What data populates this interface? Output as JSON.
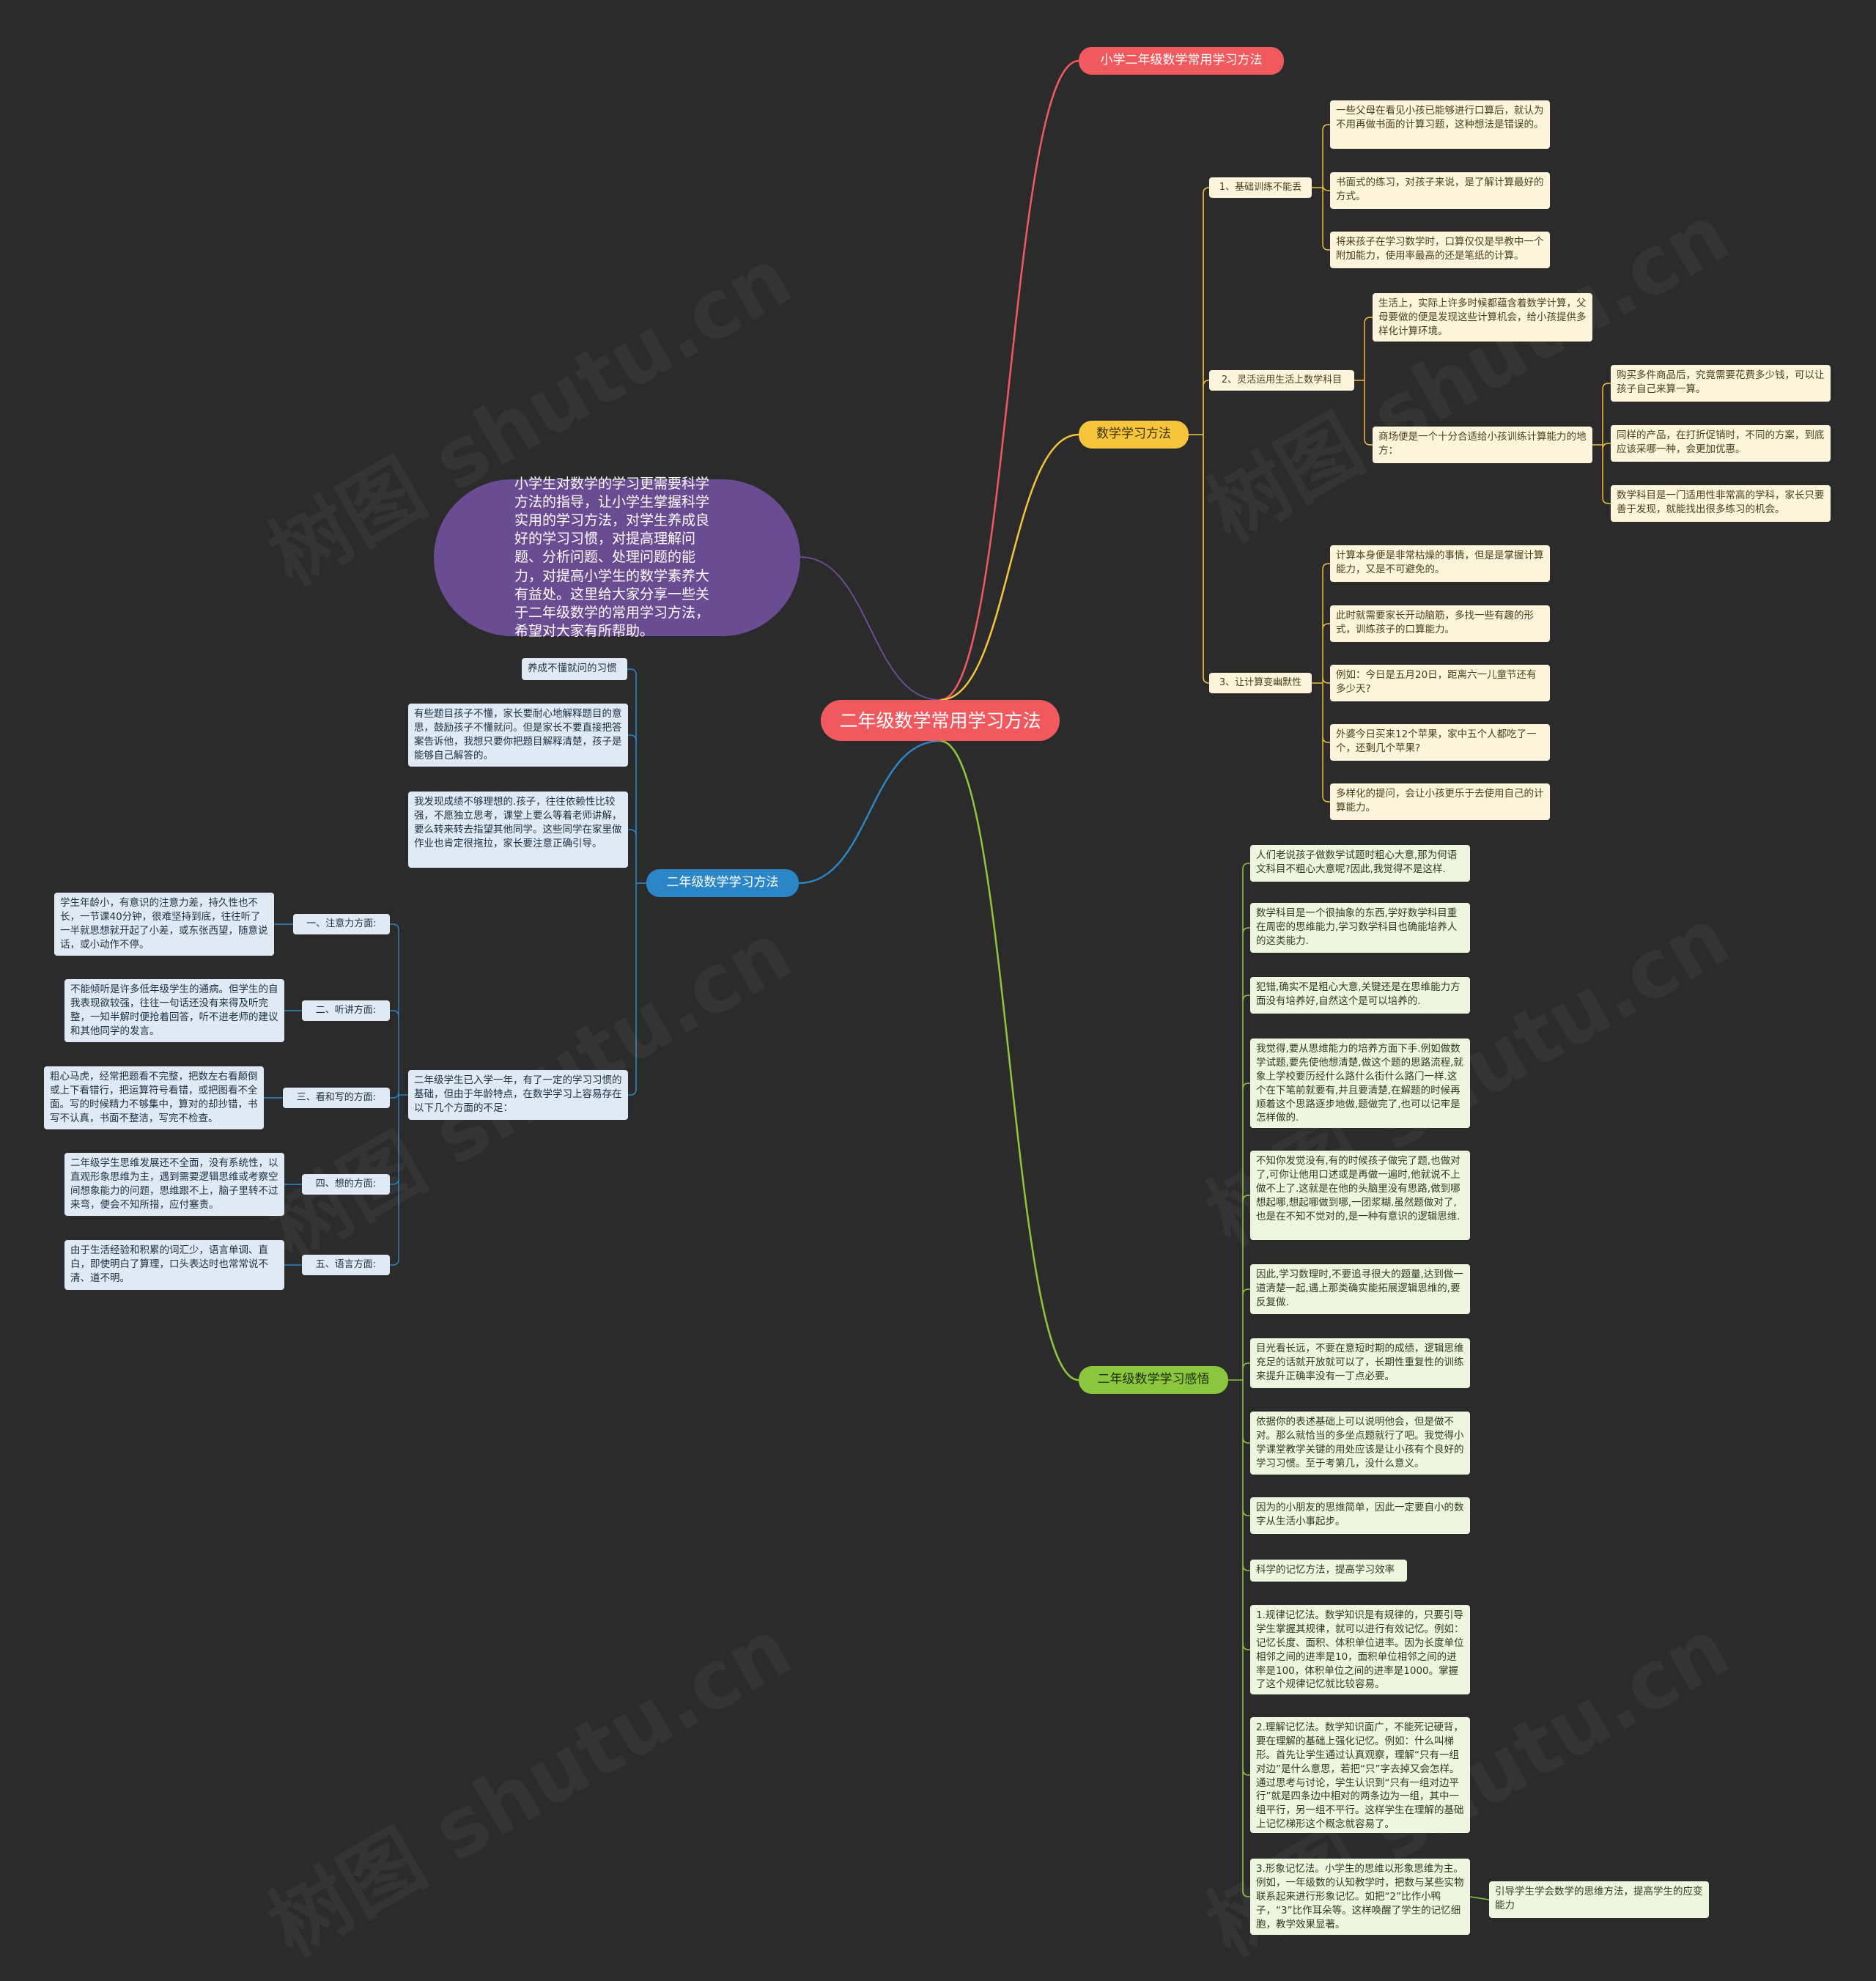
{
  "root": "二年级数学常用学习方法",
  "intro": "小学生对数学的学习更需要科学方法的指导，让小学生掌握科学实用的学习方法，对学生养成良好的学习习惯，对提高理解问题、分析问题、处理问题的能力，对提高小学生的数学素养大有益处。这里给大家分享一些关于二年级数学的常用学习方法，希望对大家有所帮助。",
  "watermark": "树图 shutu.cn",
  "branches": {
    "b1": "小学二年级数学常用学习方法",
    "b2": "数学学习方法",
    "b3": "二年级数学学习感悟",
    "b4": "二年级数学学习方法"
  },
  "methods": {
    "s1": "1、基础训练不能丢",
    "s1_items": [
      "一些父母在看见小孩已能够进行口算后，就认为不用再做书面的计算习题，这种想法是错误的。",
      "书面式的练习，对孩子来说，是了解计算最好的方式。",
      "将来孩子在学习数学时，口算仅仅是早教中一个附加能力，使用率最高的还是笔纸的计算。"
    ],
    "s2": "2、灵活运用生活上数学科目",
    "s2_items": [
      "生活上，实际上许多时候都蕴含着数学计算，父母要做的便是发现这些计算机会，给小孩提供多样化计算环境。",
      "商场便是一个十分合适给小孩训练计算能力的地方："
    ],
    "s2_sub": [
      "购买多件商品后，究竟需要花费多少钱，可以让孩子自己来算一算。",
      "同样的产品，在打折促销时，不同的方案，到底应该采哪一种，会更加优惠。",
      "数学科目是一门适用性非常高的学科，家长只要善于发现，就能找出很多练习的机会。"
    ],
    "s3": "3、让计算变幽默性",
    "s3_items": [
      "计算本身便是非常枯燥的事情，但是是掌握计算能力，又是不可避免的。",
      "此时就需要家长开动脑筋，多找一些有趣的形式，训练孩子的口算能力。",
      "例如：今日是五月20日，距离六一儿童节还有多少天?",
      "外婆今日买来12个苹果，家中五个人都吃了一个，还剩几个苹果?",
      "多样化的提问，会让小孩更乐于去使用自己的计算能力。"
    ]
  },
  "insights": [
    "人们老说孩子做数学试题时粗心大意,那为何语文科目不粗心大意呢?因此,我觉得不是这样.",
    "数学科目是一个很抽象的东西,学好数学科目重在周密的思维能力,学习数学科目也确能培养人的这类能力.",
    "犯错,确实不是粗心大意,关键还是在思维能力方面没有培养好,自然这个是可以培养的.",
    "我觉得,要从思维能力的培养方面下手.例如做数学试题,要先使他想清楚,做这个题的思路流程,就象上学校要历经什么路什么街什么路门一样.这个在下笔前就要有,并且要清楚,在解题的时候再顺着这个思路逐步地做,题做完了,也可以记牢是怎样做的.",
    "不知你发觉没有,有的时候孩子做完了题,也做对了,可你让他用口述或是再做一遍时,他就说不上做不上了.这就是在他的头脑里没有思路,做到哪想起哪,想起哪做到哪,一团浆糊.虽然题做对了,也是在不知不觉对的,是一种有意识的逻辑思维.",
    "因此,学习数理时,不要追寻很大的题量,达到做一道清楚一起,遇上那类确实能拓展逻辑思维的,要反复做.",
    "目光看长远，不要在意短时期的成绩，逻辑思维充足的话就开放就可以了，长期性重复性的训练来提升正确率没有一丁点必要。",
    "依据你的表述基础上可以说明他会，但是做不对。那么就恰当的多坐点题就行了吧。我觉得小学课堂教学关键的用处应该是让小孩有个良好的学习习惯。至于考第几，没什么意义。",
    "因为的小朋友的思维简单，因此一定要自小的数字从生活小事起步。",
    "科学的记忆方法，提高学习效率",
    "1.规律记忆法。数学知识是有规律的，只要引导学生掌握其规律，就可以进行有效记忆。例如：记忆长度、面积、体积单位进率。因为长度单位相邻之间的进率是10，面积单位相邻之间的进率是100，体积单位之间的进率是1000。掌握了这个规律记忆就比较容易。",
    "2.理解记忆法。数学知识面广，不能死记硬背，要在理解的基础上强化记忆。例如：什么叫梯形。首先让学生通过认真观察，理解“只有一组对边”是什么意思，若把“只”字去掉又会怎样。通过思考与讨论，学生认识到“只有一组对边平行”就是四条边中相对的两条边为一组，其中一组平行，另一组不平行。这样学生在理解的基础上记忆梯形这个概念就容易了。",
    "3.形象记忆法。小学生的思维以形象思维为主。例如，一年级数的认知教学时，把数与某些实物联系起来进行形象记忆。如把“2”比作小鸭子，“3”比作耳朵等。这样唤醒了学生的记忆细胞，教学效果显著。"
  ],
  "insight_extra": "引导学生学会数学的思维方法，提高学生的应变能力",
  "study": {
    "top": [
      "养成不懂就问的习惯",
      "有些题目孩子不懂，家长要耐心地解释题目的意思，鼓励孩子不懂就问。但是家长不要直接把答案告诉他，我想只要你把题目解释清楚，孩子是能够自己解答的。",
      "我发现成绩不够理想的.孩子，往往依赖性比较强，不愿独立思考，课堂上要么等着老师讲解，要么转来转去指望其他同学。这些同学在家里做作业也肯定很拖拉，家长要注意正确引导。",
      "二年级学生已入学一年，有了一定的学习习惯的基础，但由于年龄特点，在数学学习上容易存在以下几个方面的不足："
    ],
    "aspects": [
      "一、注意力方面:",
      "二、听讲方面:",
      "三、看和写的方面:",
      "四、想的方面:",
      "五、语言方面:"
    ],
    "aspect_texts": [
      "学生年龄小，有意识的注意力差，持久性也不长，一节课40分钟，很难坚持到底，往往听了一半就思想就开起了小差，或东张西望，随意说话，或小动作不停。",
      "不能倾听是许多低年级学生的通病。但学生的自我表现欲较强，往往一句话还没有来得及听完整，一知半解时便抢着回答，听不进老师的建议和其他同学的发言。",
      "粗心马虎，经常把题看不完整，把数左右看颠倒或上下看错行，把运算符号看错，或把图看不全面。写的时候精力不够集中，算对的却抄错，书写不认真，书面不整洁，写完不检查。",
      "二年级学生思维发展还不全面，没有系统性，以直观形象思维为主，遇到需要逻辑思维或考察空间想象能力的问题，思维跟不上，脑子里转不过来弯，便会不知所措，应付塞责。",
      "由于生活经验和积累的词汇少，语言单调、直白，即使明白了算理，口头表达时也常常说不清、道不明。"
    ]
  },
  "colors": {
    "background": "#2b2b2b",
    "red": "#f05a5e",
    "yellow": "#f7c53b",
    "green": "#8cc63f",
    "blue": "#2b86c8",
    "purple": "#6a4c93"
  }
}
